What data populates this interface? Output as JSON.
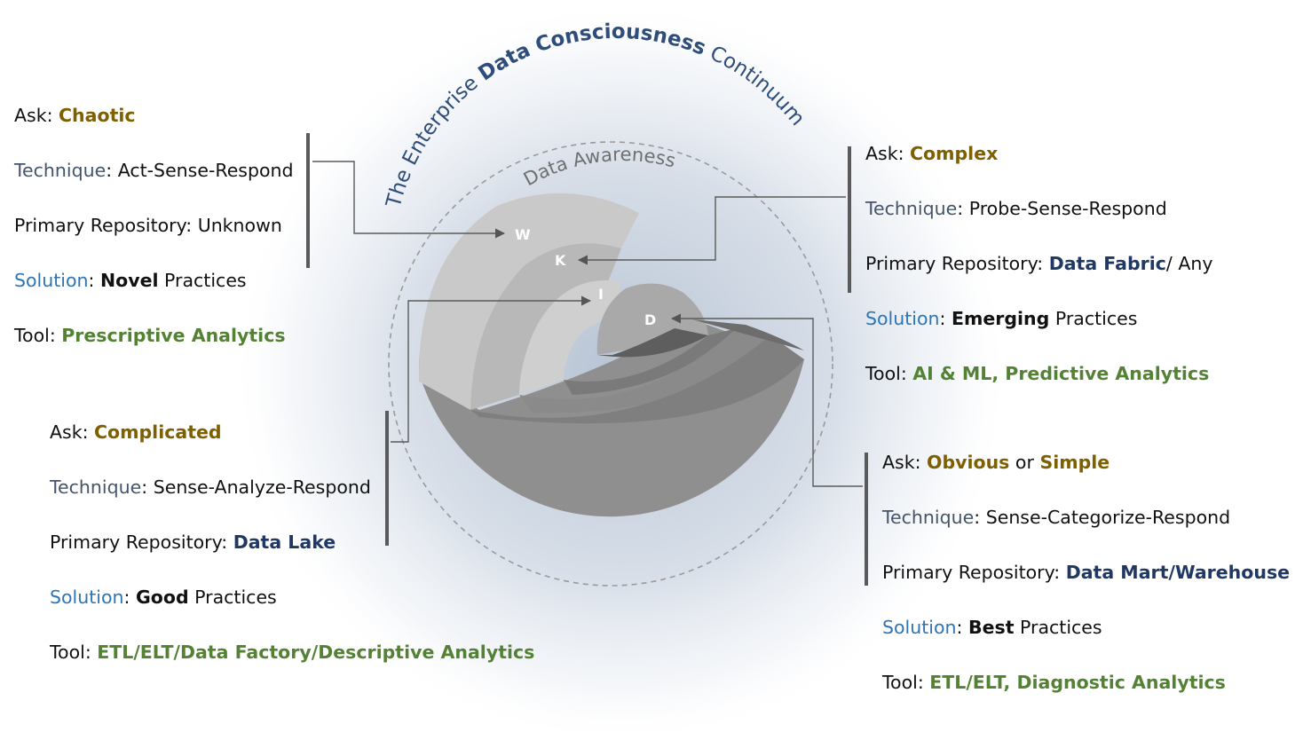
{
  "diagram": {
    "title_pre": "The Enterprise ",
    "title_bold": "Data Consciousness",
    "title_post": " Continuum",
    "awareness_label": "Data Awareness",
    "layers": [
      "W",
      "K",
      "I",
      "D"
    ]
  },
  "panels": {
    "chaotic": {
      "ask_label": "Ask:",
      "ask_value": "Chaotic",
      "technique_label": "Technique",
      "technique_sep": ":",
      "technique_value": "Act-Sense-Respond",
      "repo_label": "Primary Repository:",
      "repo_value": "Unknown",
      "solution_label": "Solution",
      "solution_sep": ":",
      "solution_strong": "Novel",
      "solution_rest": "Practices",
      "tool_label": "Tool:",
      "tool_value": "Prescriptive Analytics"
    },
    "complex": {
      "ask_label": "Ask:",
      "ask_value": "Complex",
      "technique_label": "Technique",
      "technique_sep": ":",
      "technique_value": "Probe-Sense-Respond",
      "repo_label": "Primary Repository:",
      "repo_value": "Data Fabric",
      "repo_suffix": "/ Any",
      "solution_label": "Solution",
      "solution_sep": ":",
      "solution_strong": "Emerging",
      "solution_rest": "Practices",
      "tool_label": "Tool:",
      "tool_value": "AI & ML, Predictive Analytics"
    },
    "complicated": {
      "ask_label": "Ask:",
      "ask_value": "Complicated",
      "technique_label": "Technique",
      "technique_sep": ":",
      "technique_value": "Sense-Analyze-Respond",
      "repo_label": "Primary Repository:",
      "repo_value": "Data Lake",
      "solution_label": "Solution",
      "solution_sep": ":",
      "solution_strong": "Good",
      "solution_rest": "Practices",
      "tool_label": "Tool:",
      "tool_value": "ETL/ELT/Data Factory/Descriptive Analytics"
    },
    "simple": {
      "ask_label": "Ask:",
      "ask_value": "Obvious",
      "ask_or": "or",
      "ask_value2": "Simple",
      "technique_label": "Technique",
      "technique_sep": ":",
      "technique_value": "Sense-Categorize-Respond",
      "repo_label": "Primary Repository:",
      "repo_value": "Data Mart/Warehouse",
      "solution_label": "Solution",
      "solution_sep": ":",
      "solution_strong": "Best",
      "solution_rest": "Practices",
      "tool_label": "Tool:",
      "tool_value": "ETL/ELT, Diagnostic Analytics"
    }
  },
  "colors": {
    "ask": "#7f6000",
    "repository": "#1f3864",
    "tool": "#548235",
    "solution_label": "#2e75b6",
    "technique_label": "#44546a",
    "title": "#2f4d7a"
  }
}
